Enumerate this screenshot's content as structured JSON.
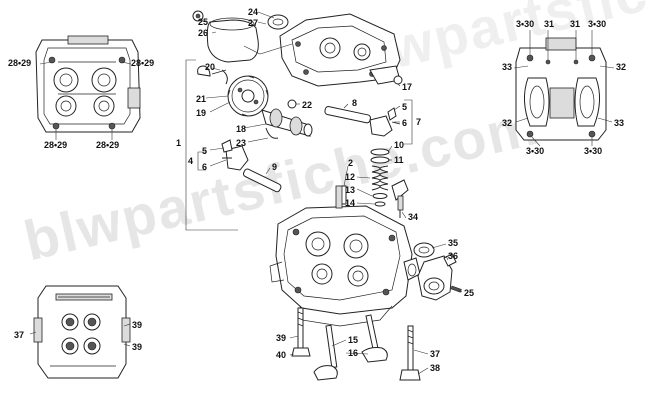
{
  "watermark": {
    "line1": "blwpartsfiche.com",
    "line2": "blwpartsfiche.com"
  },
  "labels": {
    "top_left_view": [
      "28•29",
      "28•29",
      "28•29",
      "28•29"
    ],
    "top_right_view": [
      "3•30",
      "31",
      "31",
      "3•30",
      "33",
      "32",
      "32",
      "33",
      "3•30",
      "3•30"
    ],
    "bottom_left_view": [
      "37",
      "39",
      "39"
    ],
    "camshaft_area": [
      "25",
      "26",
      "24",
      "27",
      "20",
      "21",
      "19",
      "22",
      "18",
      "23",
      "17",
      "8",
      "5",
      "6",
      "7",
      "1",
      "5",
      "4",
      "6",
      "9"
    ],
    "valve_area": [
      "2",
      "12",
      "13",
      "14",
      "10",
      "11",
      "34"
    ],
    "head_area": [
      "35",
      "36",
      "25",
      "39",
      "40",
      "15",
      "16",
      "37",
      "38"
    ]
  },
  "colors": {
    "line": "#222222",
    "watermark": "#e6e6e6",
    "background": "#ffffff"
  }
}
